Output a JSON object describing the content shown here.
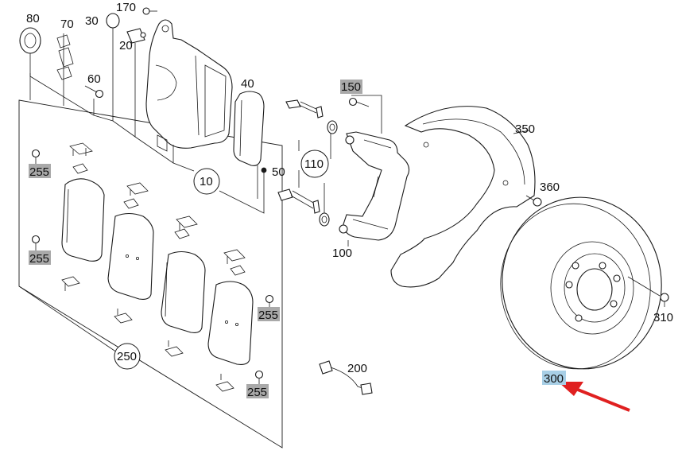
{
  "labels": {
    "p80": "80",
    "p70": "70",
    "p30": "30",
    "p170": "170",
    "p20": "20",
    "p60": "60",
    "p40": "40",
    "p150": "150",
    "p350": "350",
    "p10": "10",
    "p50": "50",
    "p110": "110",
    "p360": "360",
    "p100": "100",
    "p255a": "255",
    "p255b": "255",
    "p255c": "255",
    "p255d": "255",
    "p250": "250",
    "p200": "200",
    "p310": "310",
    "p300": "300"
  },
  "colors": {
    "highlight_gray": "#a9a9a9",
    "highlight_blue": "#a8cfe6",
    "arrow": "#e02020",
    "line": "#1a1a1a"
  },
  "highlighted_part": "300"
}
